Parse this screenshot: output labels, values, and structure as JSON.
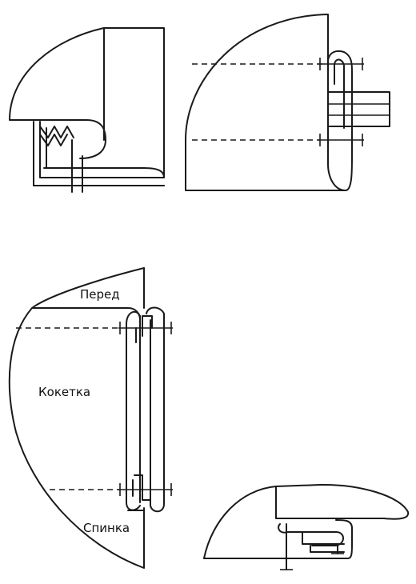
{
  "figures": [
    {
      "id": "figure-top-left"
    },
    {
      "id": "figure-top-right"
    },
    {
      "id": "figure-bottom-left",
      "labels": {
        "front": "Перед",
        "yoke": "Кокетка",
        "back": "Спинка"
      }
    },
    {
      "id": "figure-bottom-right"
    }
  ]
}
